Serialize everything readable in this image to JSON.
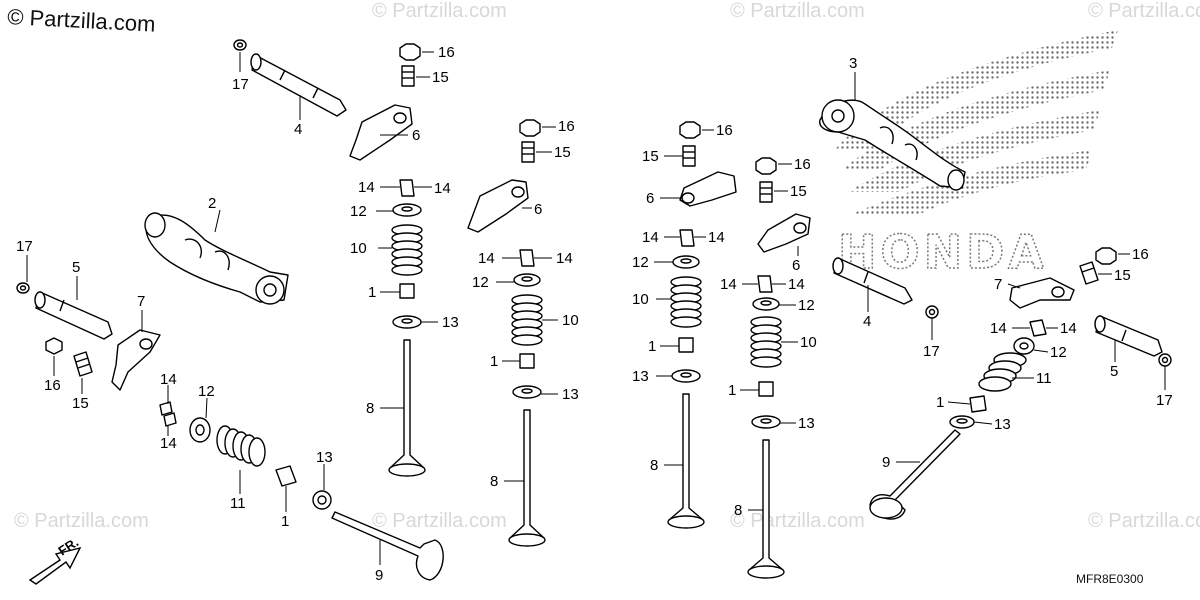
{
  "header": {
    "brand": "© Partzilla.com"
  },
  "watermark": {
    "text": "© Partzilla.com"
  },
  "diagram": {
    "code": "MFR8E0300",
    "logo_text": "HONDA",
    "front_mark": "FR.",
    "part_numbers": [
      "1",
      "2",
      "3",
      "4",
      "5",
      "6",
      "7",
      "8",
      "9",
      "10",
      "11",
      "12",
      "13",
      "14",
      "15",
      "16",
      "17"
    ]
  }
}
